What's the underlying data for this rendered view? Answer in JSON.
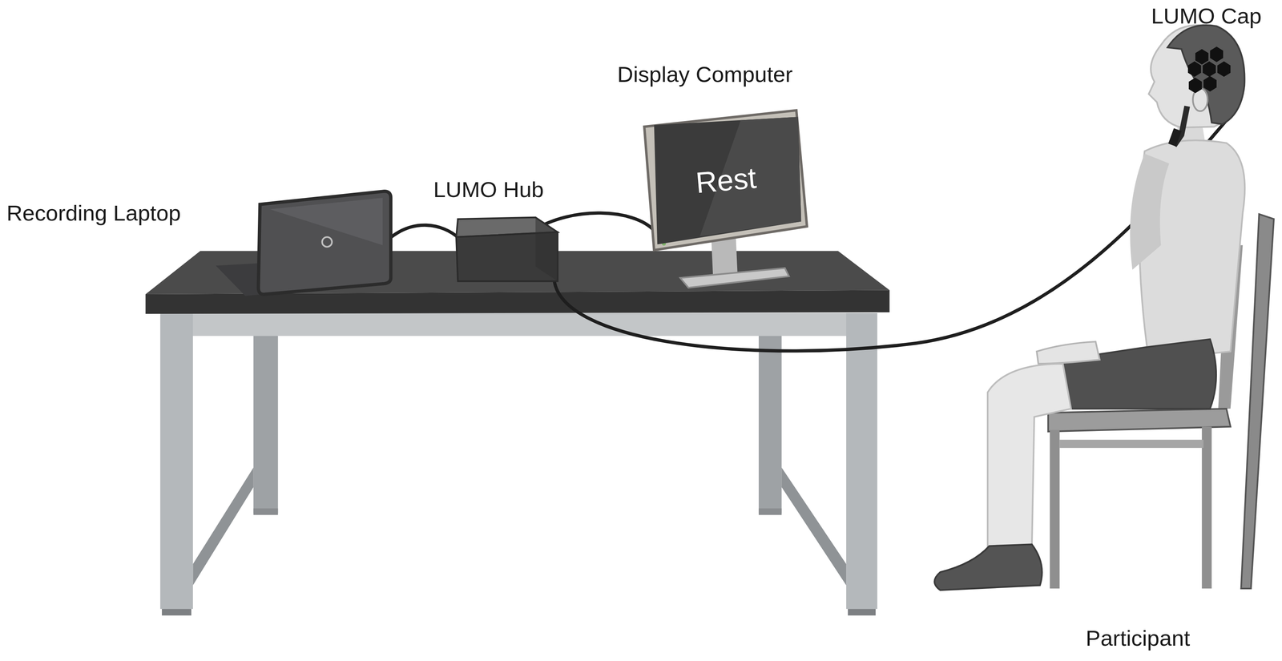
{
  "diagram": {
    "nodes": [
      {
        "text": [
          "Rest"
        ]
      }
    ],
    "labels": [
      "Display Computer",
      "LUMO Cap",
      "Recording Laptop",
      "LUMO Hub",
      "Participant"
    ]
  }
}
